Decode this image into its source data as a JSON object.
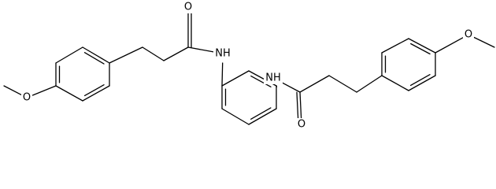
{
  "atoms": [
    {
      "id": "O1",
      "label": "O"
    },
    {
      "id": "N1",
      "label": "NH"
    },
    {
      "id": "O2",
      "label": "O"
    },
    {
      "id": "N2",
      "label": "NH"
    },
    {
      "id": "O3",
      "label": "O"
    },
    {
      "id": "O4",
      "label": "O"
    }
  ],
  "colors": {
    "bond": "#000000",
    "background": "#ffffff"
  }
}
